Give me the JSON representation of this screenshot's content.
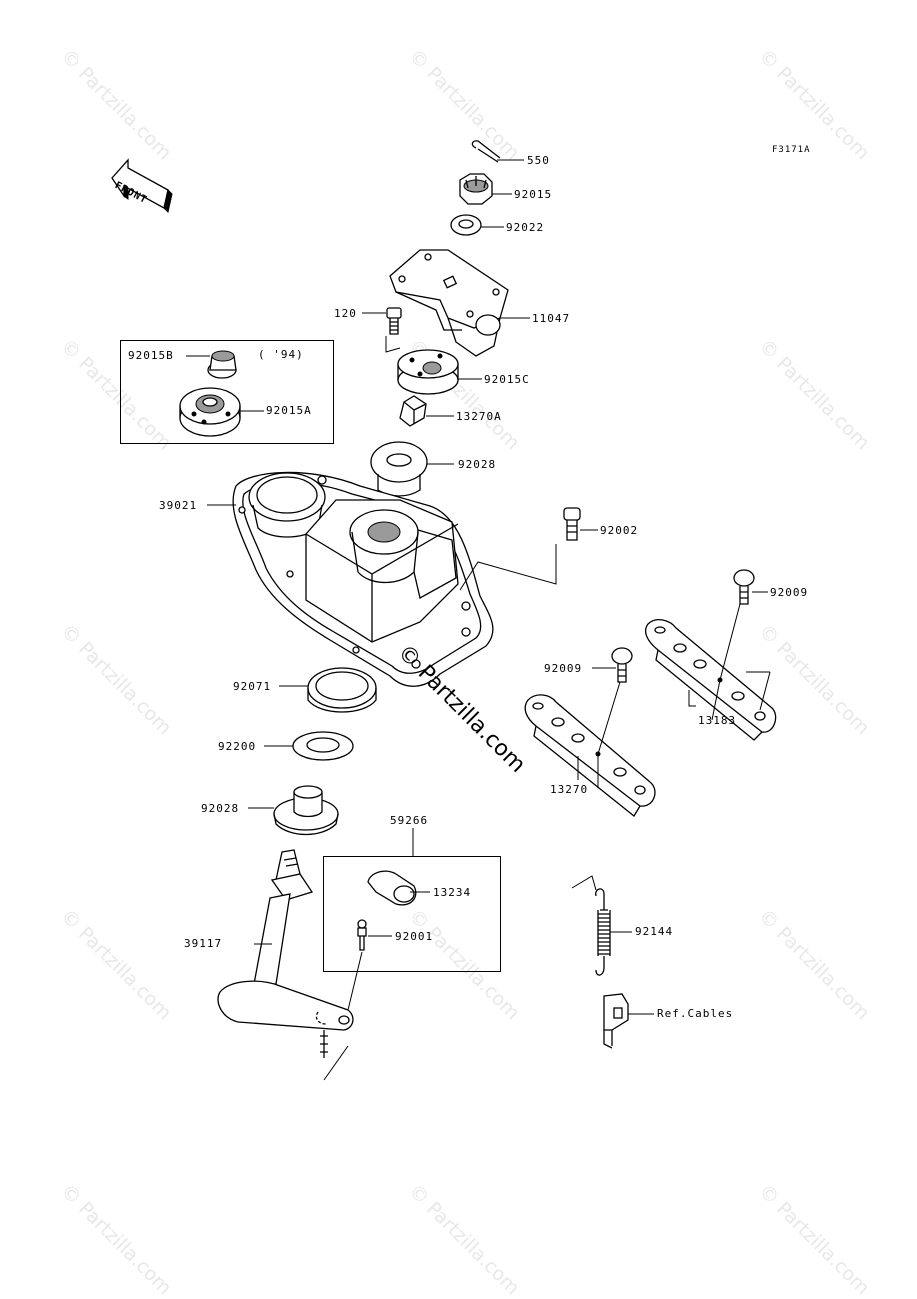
{
  "figure_code": "F3171A",
  "watermark": "© Partzilla.com",
  "center_watermark": "© Partzilla.com",
  "front_label": "FRONT",
  "parts": {
    "p550": "550",
    "p92015": "92015",
    "p92022": "92022",
    "p11047": "11047",
    "p120": "120",
    "p92015C": "92015C",
    "p13270A": "13270A",
    "p92028_top": "92028",
    "p39021": "39021",
    "p92002": "92002",
    "p92009_right": "92009",
    "p92009_left": "92009",
    "p13183": "13183",
    "p13270": "13270",
    "p92071": "92071",
    "p92200": "92200",
    "p92028_bottom": "92028",
    "p59266": "59266",
    "p13234": "13234",
    "p92001": "92001",
    "p39117": "39117",
    "p92144": "92144",
    "ref_cables": "Ref.Cables",
    "p92015B": "92015B",
    "p92015A": "92015A",
    "year_note": "( '94)"
  }
}
